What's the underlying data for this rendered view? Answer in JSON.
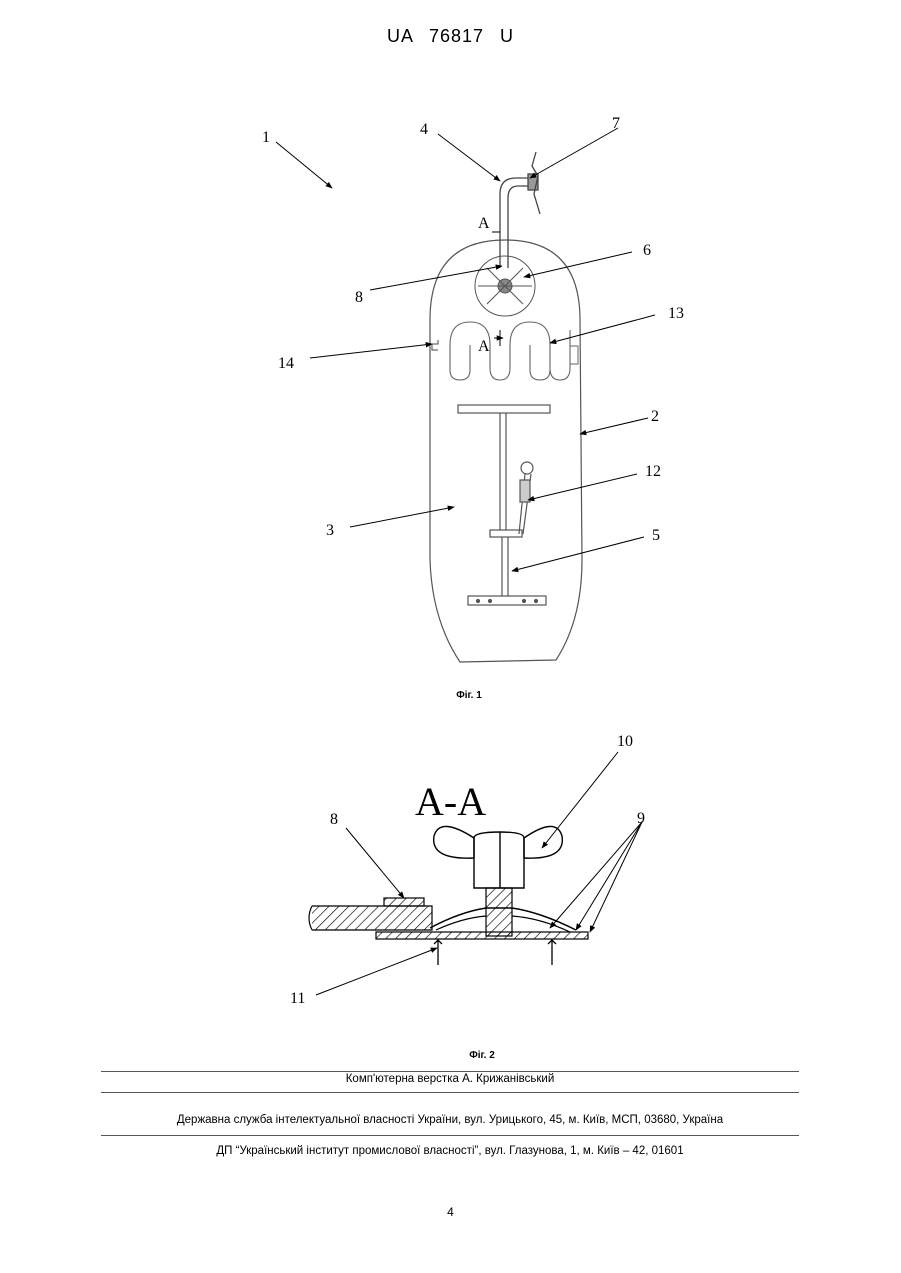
{
  "header": {
    "patent_number": "UA   76817   U"
  },
  "figure1": {
    "caption": "Фіг. 1",
    "labels": {
      "l1": "1",
      "l2": "2",
      "l3": "3",
      "l4": "4",
      "l5": "5",
      "l6": "6",
      "l7": "7",
      "l8": "8",
      "l12": "12",
      "l13": "13",
      "l14": "14",
      "section_a_top": "A",
      "section_a_bottom": "A"
    }
  },
  "figure2": {
    "caption": "Фіг. 2",
    "section_title": "A-A",
    "labels": {
      "l8": "8",
      "l9": "9",
      "l10": "10",
      "l11": "11"
    }
  },
  "footer": {
    "layout_credit": "Комп'ютерна верстка А. Крижанівський",
    "agency": "Державна служба інтелектуальної власності України, вул. Урицького, 45, м. Київ, МСП, 03680, Україна",
    "institute": "ДП “Український інститут промислової власності”, вул. Глазунова, 1, м. Київ – 42, 01601"
  },
  "page_number": "4"
}
